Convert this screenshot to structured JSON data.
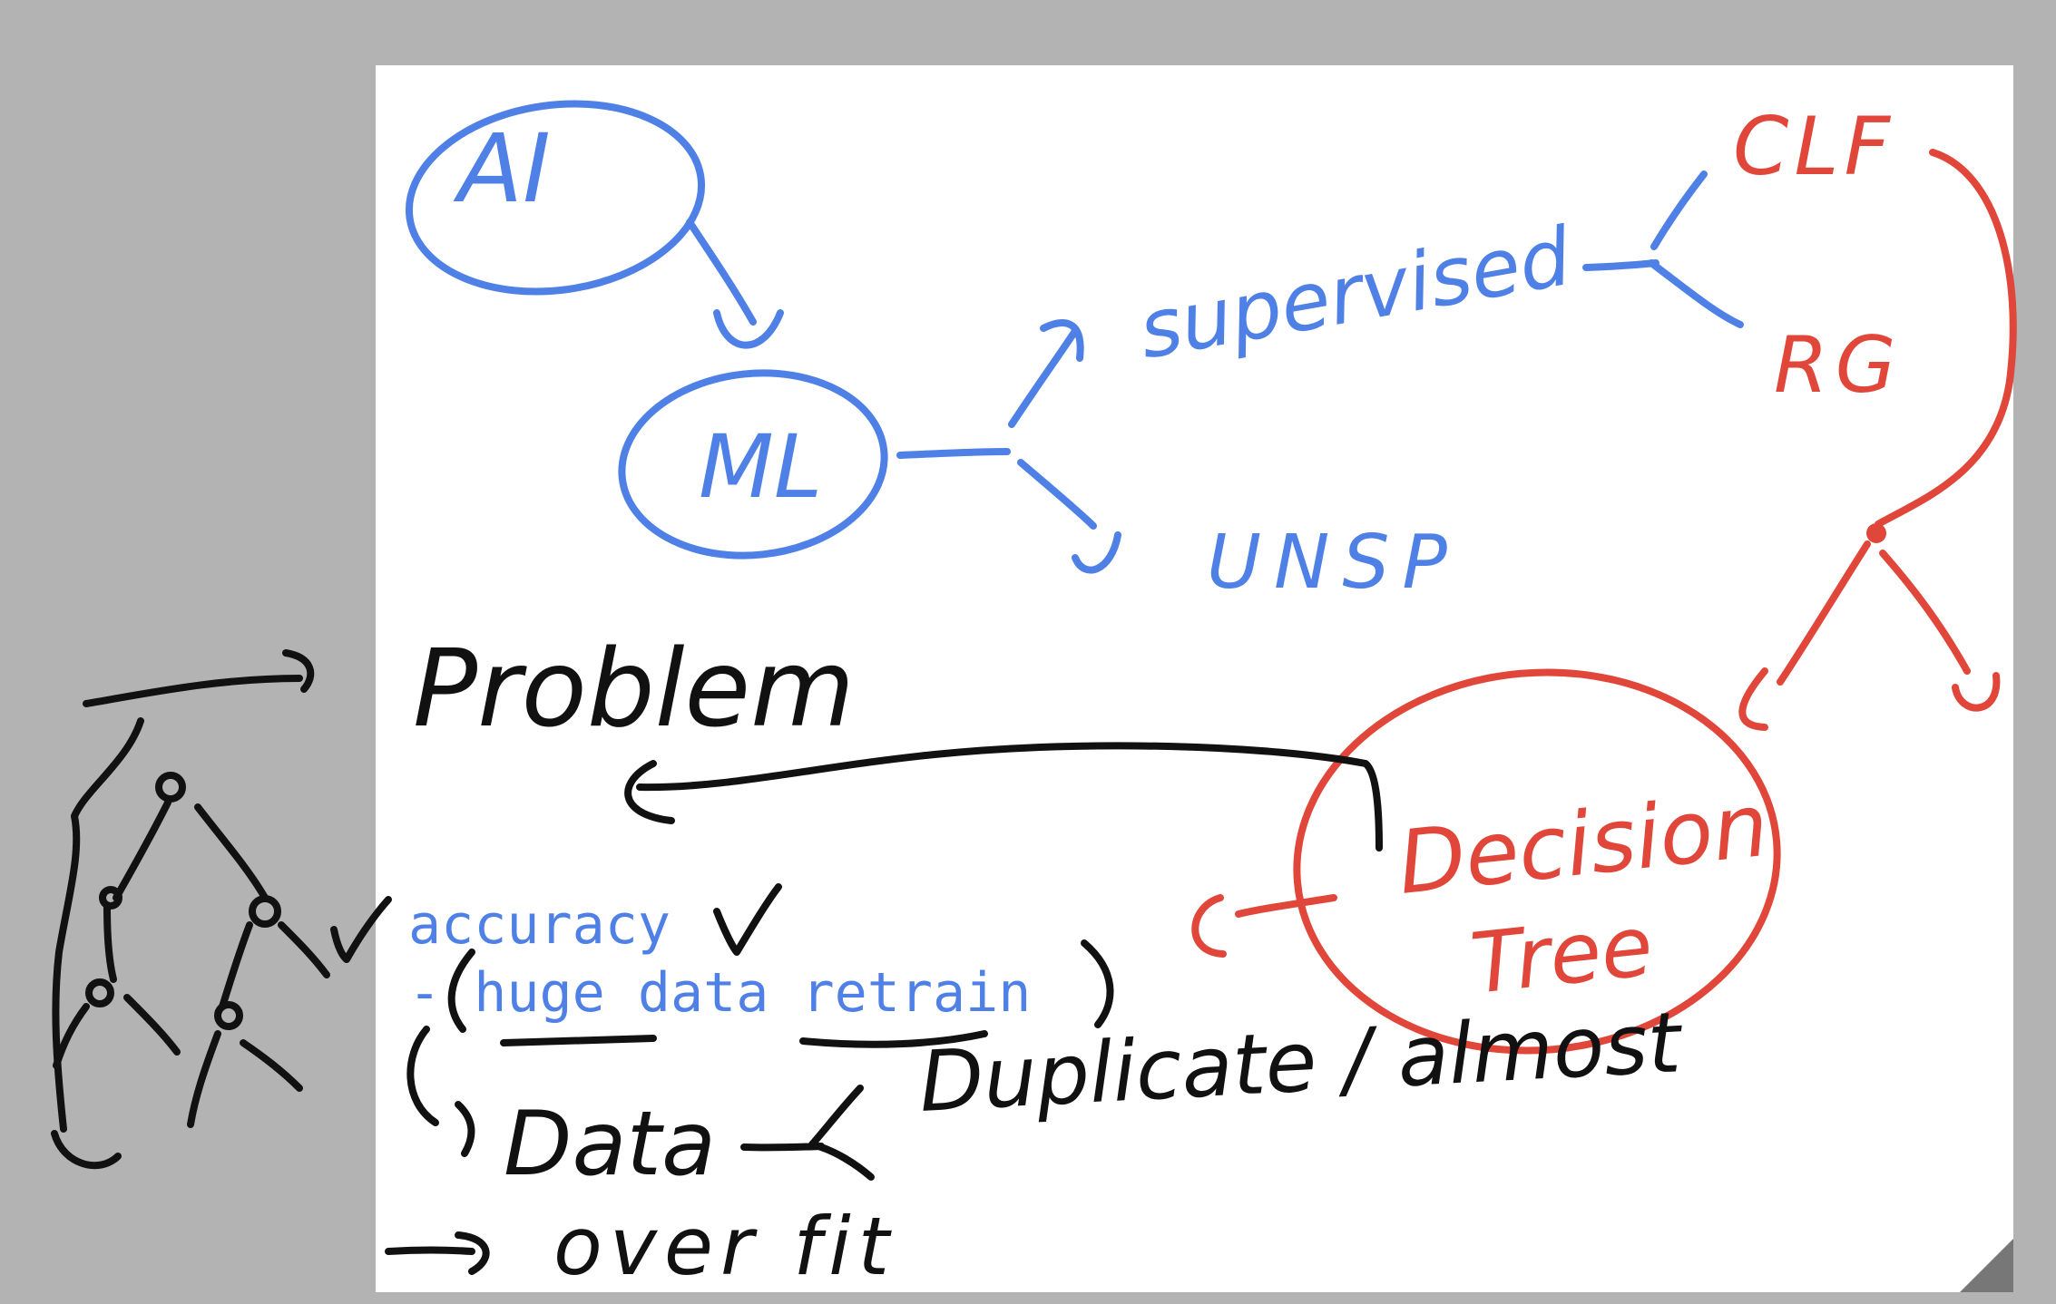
{
  "colors": {
    "background": "#b3b3b3",
    "page": "#ffffff",
    "blue_ink": "#4f80e6",
    "red_ink": "#e0473a",
    "black_ink": "#111111",
    "corner_curl": "#777777"
  },
  "diagram": {
    "blue_notes": {
      "ai": "AI",
      "ml": "ML",
      "supervised": "supervised",
      "unsupervised": "UNSP"
    },
    "red_notes": {
      "classification": "CLF",
      "regression": "RG",
      "decision_tree_line1": "Decision",
      "decision_tree_line2": "Tree"
    },
    "black_notes": {
      "problem": "Problem",
      "data": "Data",
      "duplicate": "Duplicate / almost",
      "overfit": "over fit"
    },
    "typed_text": {
      "line1": "accuracy",
      "line2": "- huge data retrain"
    }
  }
}
